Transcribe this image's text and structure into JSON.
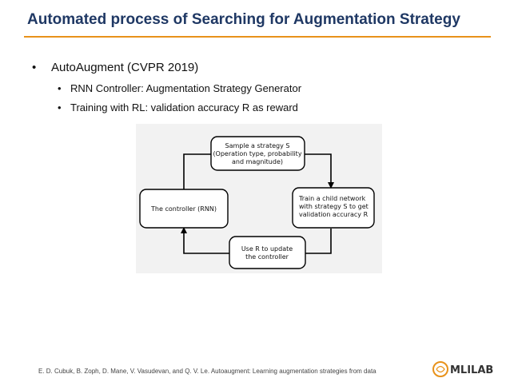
{
  "slide": {
    "title": "Automated process of Searching for Augmentation Strategy",
    "bullets": [
      {
        "marker": "•",
        "text": "AutoAugment (CVPR 2019)"
      },
      {
        "marker": "•",
        "text": "RNN Controller: Augmentation Strategy Generator"
      },
      {
        "marker": "•",
        "text": "Training with RL: validation accuracy R as reward"
      }
    ],
    "footer": "E. D. Cubuk, B. Zoph, D. Mane, V. Vasudevan, and Q. V. Le. Autoaugment: Learning augmentation strategies from data"
  },
  "diagram": {
    "sample_box": [
      "Sample a strategy S",
      "(Operation type, probability",
      "and magnitude)"
    ],
    "controller_box": [
      "The controller (RNN)"
    ],
    "train_box": [
      "Train a child network",
      "with strategy S to get",
      "validation accuracy R"
    ],
    "update_box": [
      "Use R to update",
      "the controller"
    ]
  },
  "logo": {
    "text": "MLILAB",
    "accent_color": "#e8921a",
    "text_color": "#333333"
  },
  "colors": {
    "title": "#1f3864",
    "rule": "#e8921a"
  }
}
